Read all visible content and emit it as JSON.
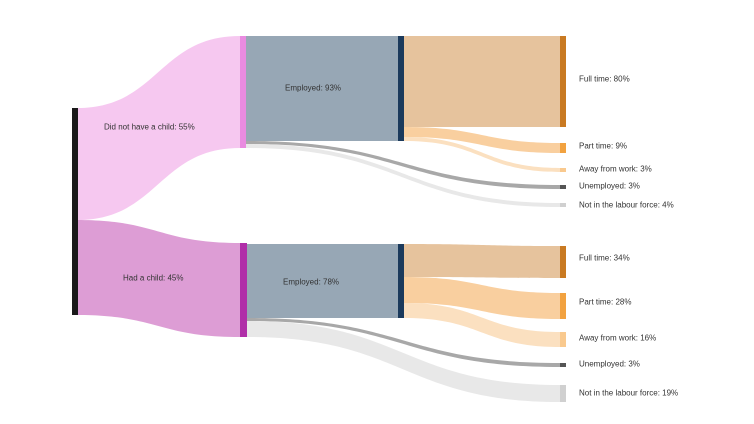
{
  "chart_data": {
    "type": "sankey",
    "groups": [
      {
        "label": "Did not have a child: 55%",
        "share": 55,
        "employed_label": "Employed: 93%",
        "employed": 93,
        "outcomes": [
          {
            "label": "Full time: 80%",
            "value": 80
          },
          {
            "label": "Part time: 9%",
            "value": 9
          },
          {
            "label": "Away from work: 3%",
            "value": 3
          },
          {
            "label": "Unemployed: 3%",
            "value": 3
          },
          {
            "label": "Not in the labour force: 4%",
            "value": 4
          }
        ]
      },
      {
        "label": "Had a child: 45%",
        "share": 45,
        "employed_label": "Employed: 78%",
        "employed": 78,
        "outcomes": [
          {
            "label": "Full time: 34%",
            "value": 34
          },
          {
            "label": "Part time: 28%",
            "value": 28
          },
          {
            "label": "Away from work: 16%",
            "value": 16
          },
          {
            "label": "Unemployed: 3%",
            "value": 3
          },
          {
            "label": "Not in the labour force: 19%",
            "value": 19
          }
        ]
      }
    ],
    "colors": {
      "root": "#1a1a1a",
      "no_child_flow": "#f6c8f0",
      "no_child_node": "#e98be0",
      "child_flow": "#dd9dd5",
      "child_node": "#b02ea8",
      "employed": "#97a7b5",
      "employed_node": "#1b3a5c",
      "full_time": "#e6c39d",
      "full_time_node": "#c97a22",
      "part_time": "#f9cf9f",
      "part_time_node": "#f2a240",
      "away": "#fbe0c0",
      "away_node": "#f9c98e",
      "unemployed": "#a8a8a8",
      "unemployed_node": "#555555",
      "nilf": "#e8e8e8",
      "nilf_node": "#d0d0d0"
    }
  }
}
